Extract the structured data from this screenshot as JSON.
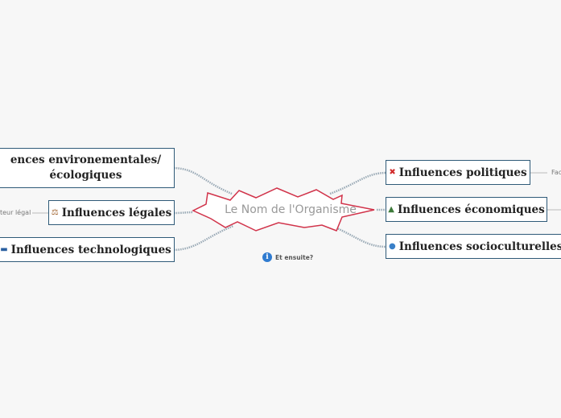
{
  "central": {
    "label": "Le Nom de l'Organisme"
  },
  "left_nodes": [
    {
      "label": "ences environementales/ écologiques",
      "icon": "",
      "icon_name": ""
    },
    {
      "label": "Influences légales",
      "icon": "⚖",
      "icon_name": "gavel-icon"
    },
    {
      "label": "Influences technologiques",
      "icon": "▬",
      "icon_name": "computer-icon"
    }
  ],
  "right_nodes": [
    {
      "label": "Influences politiques",
      "icon": "✖",
      "icon_name": "cross-icon"
    },
    {
      "label": "Influences économiques",
      "icon": "▲",
      "icon_name": "tree-icon"
    },
    {
      "label": "Influences socioculturelles",
      "icon": "●",
      "icon_name": "person-icon"
    }
  ],
  "side_labels": {
    "left_legal": "teur légal",
    "right_political": "Fac"
  },
  "next": {
    "label": "Et ensuite?",
    "icon_name": "info-icon"
  },
  "colors": {
    "border": "#2f5a78",
    "central_border": "#d1334a",
    "connector": "#9aaab6",
    "background": "#f7f7f7"
  }
}
